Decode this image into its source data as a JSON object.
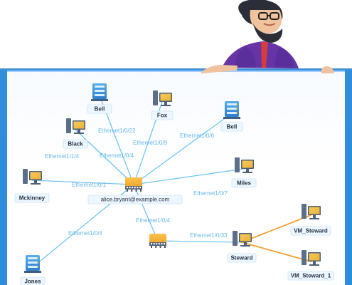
{
  "diagram": {
    "nodes": [
      {
        "id": "bell_top",
        "label": "Bell",
        "icon": "server-icon"
      },
      {
        "id": "fox",
        "label": "Fox",
        "icon": "computer-icon"
      },
      {
        "id": "bell_right",
        "label": "Bell",
        "icon": "server-icon"
      },
      {
        "id": "black",
        "label": "Black",
        "icon": "computer-icon"
      },
      {
        "id": "mckinney",
        "label": "Mckinney",
        "icon": "computer-icon"
      },
      {
        "id": "alice",
        "label": "alice.bryant@example.com",
        "icon": "switch-icon"
      },
      {
        "id": "miles",
        "label": "Miles",
        "icon": "computer-icon"
      },
      {
        "id": "jones",
        "label": "Jones",
        "icon": "server-icon"
      },
      {
        "id": "switch2",
        "label": "",
        "icon": "switch-icon"
      },
      {
        "id": "steward",
        "label": "Steward",
        "icon": "computer-icon"
      },
      {
        "id": "vm_steward",
        "label": "VM_Steward",
        "icon": "computer-icon"
      },
      {
        "id": "vm_steward_1",
        "label": "VM_Steward_1",
        "icon": "computer-icon"
      }
    ],
    "edges": [
      {
        "from": "bell_top",
        "to": "alice",
        "label": "Ethernet1/0/22",
        "color": "#6cc2f2"
      },
      {
        "from": "fox",
        "to": "alice",
        "label": "Ethernet1/0/9",
        "color": "#6cc2f2"
      },
      {
        "from": "bell_right",
        "to": "alice",
        "label": "Ethernet1/0/6",
        "color": "#6cc2f2"
      },
      {
        "from": "black",
        "to": "alice",
        "label": "Ethernet1/0/4",
        "color": "#6cc2f2"
      },
      {
        "from": "black",
        "to": "alice",
        "label": "Ethernet1/1/4",
        "color": "#6cc2f2"
      },
      {
        "from": "mckinney",
        "to": "alice",
        "label": "Ethernet1/0/1",
        "color": "#6cc2f2"
      },
      {
        "from": "miles",
        "to": "alice",
        "label": "Ethernet1/0/7",
        "color": "#6cc2f2"
      },
      {
        "from": "switch2",
        "to": "alice",
        "label": "Ethernet1/0/4",
        "color": "#6cc2f2"
      },
      {
        "from": "jones",
        "to": "alice",
        "label": "Ethernet1/0/4",
        "color": "#6cc2f2"
      },
      {
        "from": "switch2",
        "to": "steward",
        "label": "Ethernet1/0/33",
        "color": "#6cc2f2"
      },
      {
        "from": "steward",
        "to": "vm_steward",
        "label": "",
        "color": "#f4a12e"
      },
      {
        "from": "steward",
        "to": "vm_steward_1",
        "label": "",
        "color": "#f4a12e"
      }
    ]
  },
  "colors": {
    "accent": "#2f8dde",
    "edge_blue": "#6cc2f2",
    "edge_orange": "#f4a12e",
    "switch_orange": "#f6b23c"
  }
}
